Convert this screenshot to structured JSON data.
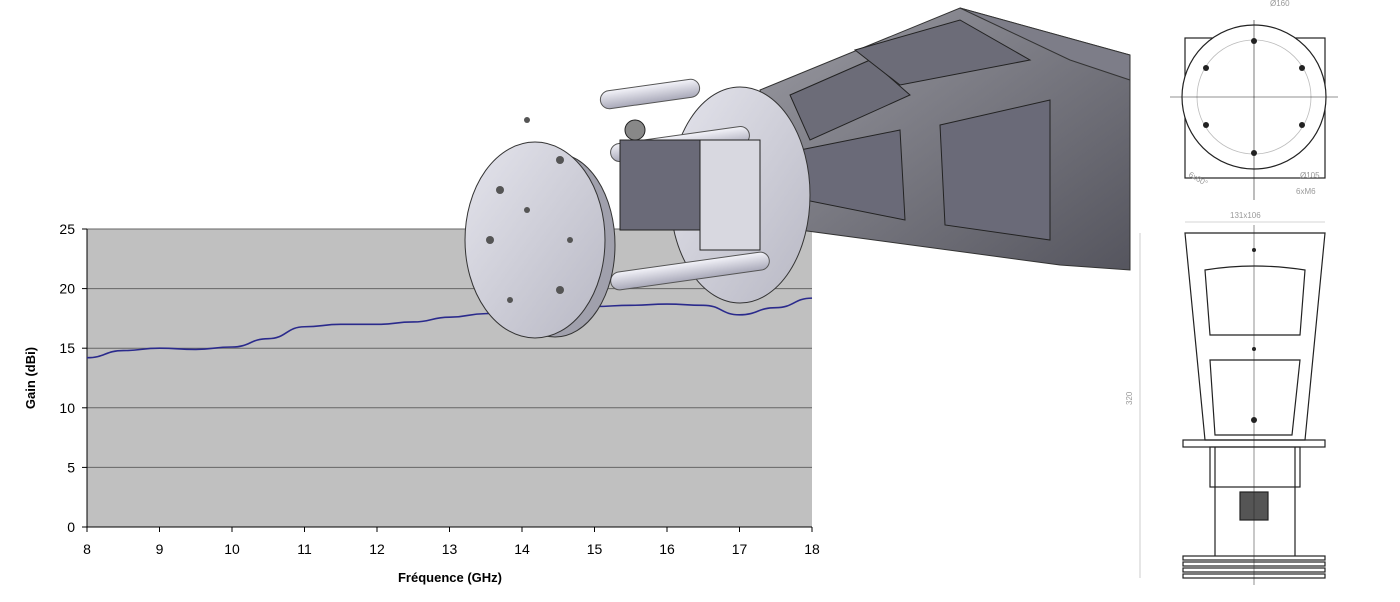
{
  "chart_data": {
    "type": "line",
    "title": "",
    "xlabel": "Fréquence (GHz)",
    "ylabel": "Gain (dBi)",
    "xlim": [
      8,
      18
    ],
    "ylim": [
      0,
      25
    ],
    "xticks": [
      8,
      9,
      10,
      11,
      12,
      13,
      14,
      15,
      16,
      17,
      18
    ],
    "yticks": [
      0,
      5,
      10,
      15,
      20,
      25
    ],
    "grid": true,
    "legend": "none",
    "series": [
      {
        "name": "Gain",
        "color": "#2a2a8c",
        "x": [
          8,
          8.5,
          9,
          9.5,
          10,
          10.5,
          11,
          11.5,
          12,
          12.5,
          13,
          13.5,
          14,
          14.5,
          15,
          15.5,
          16,
          16.5,
          17,
          17.5,
          18
        ],
        "y": [
          14.2,
          14.8,
          15.0,
          14.9,
          15.1,
          15.8,
          16.8,
          17.0,
          17.0,
          17.2,
          17.6,
          17.9,
          18.1,
          18.3,
          18.5,
          18.6,
          18.7,
          18.6,
          17.8,
          18.4,
          19.2
        ]
      }
    ]
  },
  "drawing": {
    "dims": [
      "Ø160",
      "Ø105",
      "6xM6",
      "6x60°",
      "131x106",
      "320"
    ]
  },
  "colors": {
    "plot_bg": "#c0c0c0",
    "grid": "#666666"
  }
}
